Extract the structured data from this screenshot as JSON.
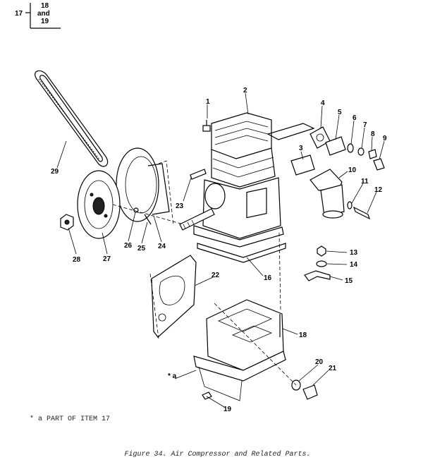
{
  "figure_ref": {
    "lines": [
      "18",
      "and",
      "19"
    ],
    "parent": "17"
  },
  "callouts": [
    {
      "label": "1"
    },
    {
      "label": "2"
    },
    {
      "label": "3"
    },
    {
      "label": "4"
    },
    {
      "label": "5"
    },
    {
      "label": "6"
    },
    {
      "label": "7"
    },
    {
      "label": "8"
    },
    {
      "label": "9"
    },
    {
      "label": "10"
    },
    {
      "label": "11"
    },
    {
      "label": "12"
    },
    {
      "label": "13"
    },
    {
      "label": "14"
    },
    {
      "label": "15"
    },
    {
      "label": "16"
    },
    {
      "label": "17"
    },
    {
      "label": "18"
    },
    {
      "label": "19"
    },
    {
      "label": "20"
    },
    {
      "label": "21"
    },
    {
      "label": "22"
    },
    {
      "label": "23"
    },
    {
      "label": "24"
    },
    {
      "label": "25"
    },
    {
      "label": "26"
    },
    {
      "label": "27"
    },
    {
      "label": "28"
    },
    {
      "label": "29"
    },
    {
      "label": "* a"
    }
  ],
  "note": "* a PART OF ITEM 17",
  "caption": "Figure 34. Air Compressor and Related Parts."
}
